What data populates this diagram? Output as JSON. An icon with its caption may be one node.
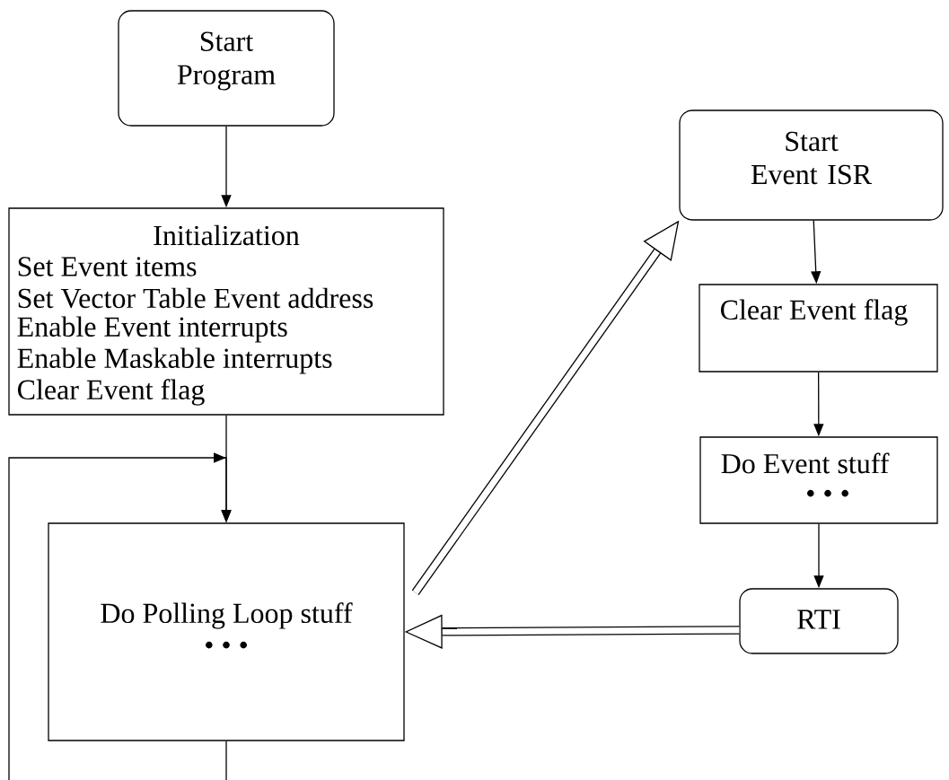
{
  "diagram": {
    "nodes": [
      {
        "text": [
          "Start Program"
        ]
      },
      {
        "text": [
          "Initialization",
          "Set Event items",
          "Set Vector Table Event address",
          "Enable Event interrupts",
          "Enable Maskable interrupts",
          "Clear Event flag"
        ]
      },
      {
        "text": [
          "Do Polling Loop stuff",
          "• • •"
        ]
      },
      {
        "text": [
          "Start Event ISR"
        ]
      },
      {
        "text": [
          "Clear Event flag"
        ]
      },
      {
        "text": [
          "Do Event stuff",
          "• • •"
        ]
      },
      {
        "text": [
          "RTI"
        ]
      }
    ],
    "edges": [
      {
        "from": 0,
        "to": 1,
        "arrow": "to"
      },
      {
        "from": 1,
        "to": 2,
        "arrow": "to"
      },
      {
        "from": null,
        "to": 2,
        "arrow": "to"
      },
      {
        "from": 2,
        "to": null,
        "arrow": "none"
      },
      {
        "from": 2,
        "to": 3,
        "arrow": "to",
        "style": "thick"
      },
      {
        "from": 3,
        "to": 4,
        "arrow": "to"
      },
      {
        "from": 4,
        "to": 5,
        "arrow": "to"
      },
      {
        "from": 5,
        "to": 6,
        "arrow": "to"
      },
      {
        "from": 6,
        "to": 2,
        "arrow": "to",
        "style": "thick"
      }
    ]
  }
}
